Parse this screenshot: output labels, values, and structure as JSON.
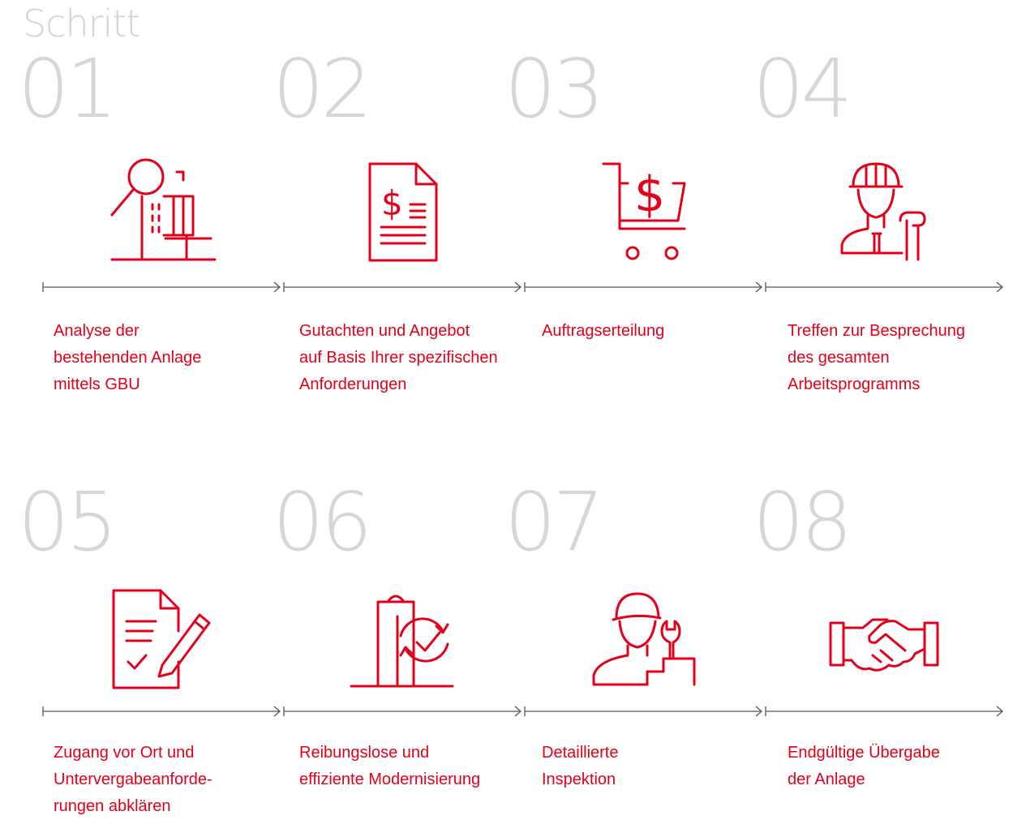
{
  "heading": "Schritt",
  "steps": [
    {
      "number": "01",
      "icon": "analysis-magnifier-building-icon",
      "label": "Analyse der\nbestehenden Anlage\nmittels GBU"
    },
    {
      "number": "02",
      "icon": "dollar-document-icon",
      "label": "Gutachten und Angebot\nauf Basis Ihrer spezifischen\nAnforderungen"
    },
    {
      "number": "03",
      "icon": "shopping-cart-dollar-icon",
      "label": "Auftragserteilung"
    },
    {
      "number": "04",
      "icon": "engineer-hardhat-blueprint-icon",
      "label": "Treffen zur Besprechung\ndes gesamten\nArbeitsprogramms"
    },
    {
      "number": "05",
      "icon": "document-pencil-check-icon",
      "label": "Zugang vor Ort und\nUntervergabeanforde-\nrungen abklären"
    },
    {
      "number": "06",
      "icon": "building-refresh-check-icon",
      "label": "Reibungslose und\neffiziente Modernisierung"
    },
    {
      "number": "07",
      "icon": "technician-wrench-icon",
      "label": "Detaillierte\nInspektion"
    },
    {
      "number": "08",
      "icon": "handshake-icon",
      "label": "Endgültige Übergabe\nder Anlage"
    }
  ],
  "colors": {
    "accent": "#e3001b",
    "number": "#d6d6d6",
    "line": "#555555"
  }
}
